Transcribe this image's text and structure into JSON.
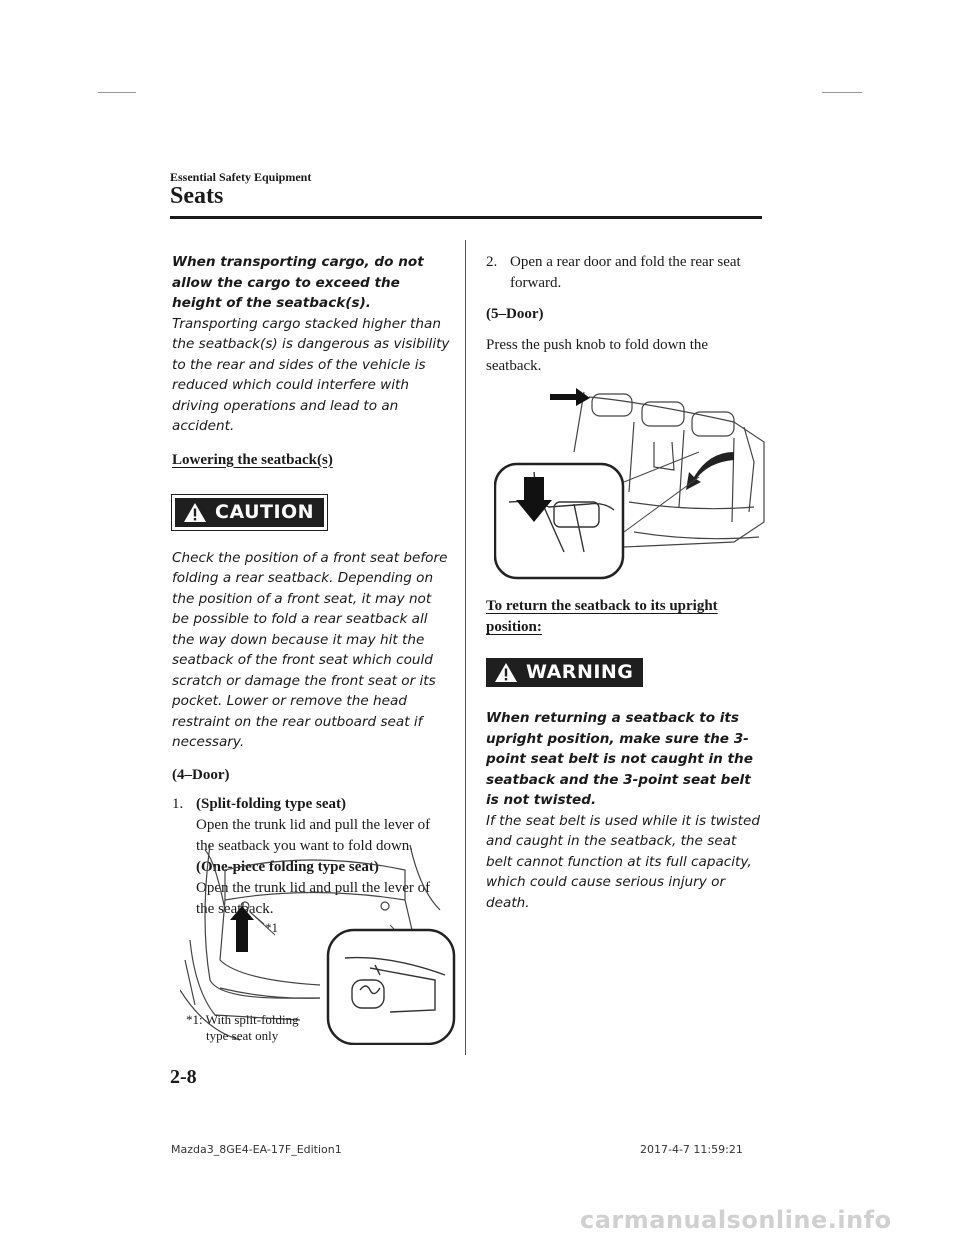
{
  "header": {
    "section": "Essential Safety Equipment",
    "title": "Seats"
  },
  "left": {
    "warning_cont_bold": "When transporting cargo, do not allow the cargo to exceed the height of the seatback(s).",
    "warning_cont_text": "Transporting cargo stacked higher than the seatback(s) is dangerous as visibility to the rear and sides of the vehicle is reduced which could interfere with driving operations and lead to an accident.",
    "lowering_heading": "Lowering the seatback(s)",
    "caution_label": "CAUTION",
    "caution_text": "Check the position of a front seat before folding a rear seatback. Depending on the position of a front seat, it may not be possible to fold a rear seatback all the way down because it may hit the seatback of the front seat which could scratch or damage the front seat or its pocket. Lower or remove the head restraint on the rear outboard seat if necessary.",
    "four_door": "(4–Door)",
    "step1_num": "1.",
    "step1_split_title": "(Split-folding type seat)",
    "step1_split_text": "Open the trunk lid and pull the lever of the seatback you want to fold down.",
    "step1_onepiece_title": "(One-piece folding type seat)",
    "step1_onepiece_text": "Open the trunk lid and pull the lever of the seatback.",
    "callout": "*1",
    "footnote_line1": "*1: With split-folding",
    "footnote_line2": "type seat only"
  },
  "right": {
    "step2_num": "2.",
    "step2_text": "Open a rear door and fold the rear seat forward.",
    "five_door": "(5–Door)",
    "five_door_text": "Press the push knob to fold down the seatback.",
    "return_heading": "To return the seatback to its upright position:",
    "warning_label": "WARNING",
    "warning_bold": "When returning a seatback to its upright position, make sure the 3-point seat belt is not caught in the seatback and the 3-point seat belt is not twisted.",
    "warning_text": "If the seat belt is used while it is twisted and caught in the seatback, the seat belt cannot function at its full capacity, which could cause serious injury or death."
  },
  "footer": {
    "page_number": "2-8",
    "doc_id": "Mazda3_8GE4-EA-17F_Edition1",
    "timestamp": "2017-4-7  11:59:21",
    "watermark": "carmanualsonline.info"
  }
}
